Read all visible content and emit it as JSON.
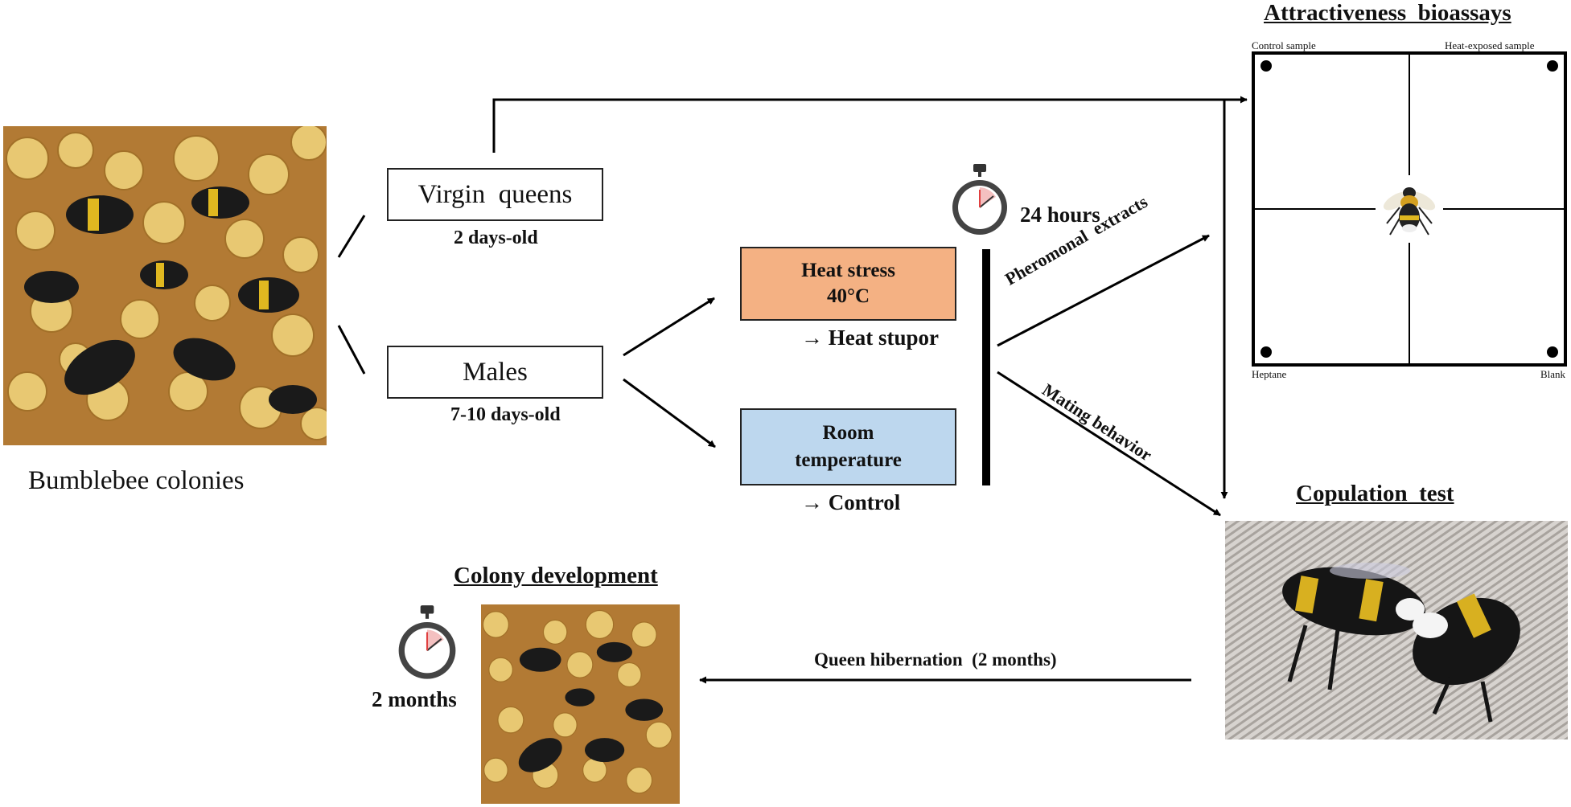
{
  "colors": {
    "heat_box": "#F4B183",
    "room_box": "#BDD7EE",
    "line": "#000000",
    "timer_red": "#e04040"
  },
  "icons": [
    "stopwatch-icon",
    "bumblebee-colony-photo",
    "mating-bees-photo",
    "bumblebee-icon"
  ],
  "colonies": {
    "label": "Bumblebee colonies"
  },
  "queens": {
    "label": "Virgin  queens",
    "age": "2 days-old"
  },
  "males": {
    "label": "Males",
    "age": "7-10 days-old"
  },
  "heat": {
    "line1": "Heat stress",
    "line2": "40°C",
    "outcome": "Heat stupor"
  },
  "room": {
    "line1": "Room",
    "line2": "temperature",
    "outcome": "Control"
  },
  "timer": {
    "label": "24 hours"
  },
  "arrows": {
    "pheromonal": "Pheromonal  extracts",
    "mating": "Mating behavior",
    "hibernation": "Queen hibernation  (2 months)"
  },
  "bioassay": {
    "title": "Attractiveness  bioassays",
    "top_left": "Control sample",
    "top_right": "Heat-exposed sample",
    "bottom_left": "Heptane",
    "bottom_right": "Blank"
  },
  "copulation": {
    "title": "Copulation  test"
  },
  "colony_dev": {
    "title": "Colony development",
    "time": "2 months"
  }
}
